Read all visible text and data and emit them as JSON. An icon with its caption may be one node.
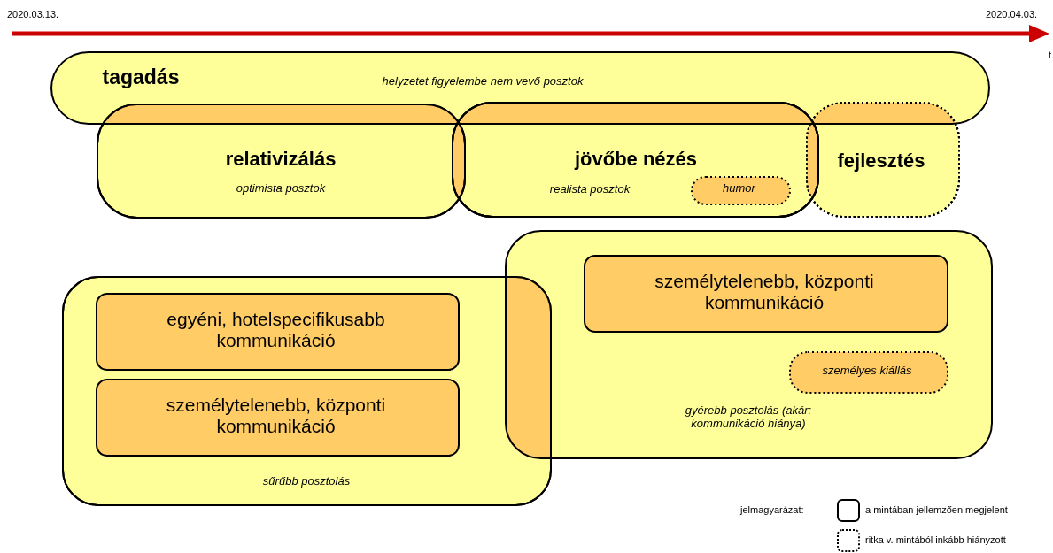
{
  "diagram": {
    "nodes": [
      {
        "text": [
          "tagadás",
          "helyzetet figyelembe nem vevő posztok"
        ]
      },
      {
        "text": [
          "relativizálás",
          "optimista posztok"
        ]
      },
      {
        "text": [
          "jövőbe nézés",
          "realista posztok"
        ]
      },
      {
        "text": [
          "humor"
        ],
        "in": 2
      },
      {
        "text": [
          "fejlesztés"
        ]
      },
      {
        "text": [
          "gyérebb posztolás (akár: kommunikáció hiánya)"
        ]
      },
      {
        "text": [
          "személytelenebb, központi kommunikáció"
        ],
        "in": 5
      },
      {
        "text": [
          "személyes kiállás"
        ],
        "in": 5
      },
      {
        "text": [
          "sűrűbb posztolás"
        ]
      },
      {
        "text": [
          "egyéni, hotelspecifikusabb kommunikáció"
        ],
        "in": 8
      },
      {
        "text": [
          "személytelenebb, központi kommunikáció"
        ],
        "in": 8
      }
    ],
    "edges": [],
    "labels": [
      "2020.03.13.",
      "2020.04.03.",
      "t",
      "jelmagyarázat:"
    ],
    "legend": [
      {
        "text": "a mintában jellemzően megjelent"
      },
      {
        "text": "ritka v. mintából inkább hiányzott"
      }
    ]
  }
}
